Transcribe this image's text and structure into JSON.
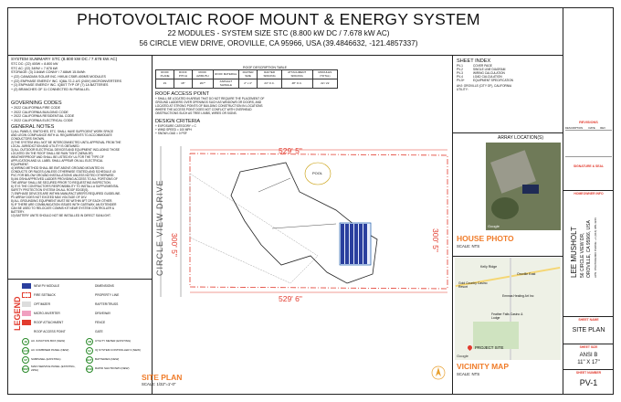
{
  "header": {
    "title": "PHOTOVOLTAIC ROOF MOUNT & ENERGY SYSTEM",
    "line2": "22 MODULES - SYSTEM SIZE STC (8.800 kW DC / 7.678 kW AC)",
    "line3": "56 CIRCLE VIEW DRIVE, OROVILLE, CA 95966, USA (39.4846632, -121.4857337)"
  },
  "system_summary": {
    "title": "SYSTEM SUMMARY STC (8.800 kW DC / 7.678 kW AC)",
    "lines": [
      "STC DC: (22) 400W = 8.800 kW",
      "STC AC: (22) 349W = 7.678 kW",
      "STORAGE: (3) 3.84kW CONNY / 7.68kW 15.0kWh",
      "+     (22) CANADIAN SOLAR INC. HIKU6 CS6R-400MS MODULES",
      "+     (22) ENPHASE ENERGY INC. IQ8A-72-2-US (240V) MICROINVERTERS",
      "+     (1) ENPHASE ENERGY INC. IQ8XT TYP OF (7) 1A BATTERIES",
      "+     (2) BRANCHES OF 11 CONNECTED IN PARALLEL"
    ]
  },
  "governing_codes": {
    "title": "GOVERNING CODES",
    "lines": [
      "+     2022 CALIFORNIA FIRE CODE",
      "+     2022 CALIFORNIA BUILDING CODE",
      "+     2022 CALIFORNIA RESIDENTIAL CODE",
      "+     2022 CALIFORNIA ELECTRICAL CODE"
    ]
  },
  "general_notes": {
    "title": "GENERAL NOTES",
    "lines": [
      "1)  ALL PANELS, SWITCHES, ETC. SHALL HAVE SUFFICIENT WORK SPACE",
      "     AND LEGIN COMPLIANCE WITH UL REQUIREMENTS TO ACCOMMODATE",
      "     CONDUCTORS SHOWN.",
      "2)  THE SYSTEM WILL NOT BE INTERCONNECTED UNTIL APPROVAL FROM THE",
      "     LOCAL JURISDICTION AND UTILITY IS OBTAINED.",
      "3)  ALL OUTDOOR ELECTRICAL DEVICES AND EQUIPMENT INCLUDING THOSE",
      "     LOCATED ON THE ROOF SHALL BE RAIN TIGHT (NEMA 3R)",
      "     WEATHERPROOF AND SHALL BE LISTED BY UL FOR THE TYPE OF",
      "     APPLICATION AND UL LABEL SHALL APPEAR ON ALL ELECTRICAL",
      "     EQUIPMENT.",
      "4)  WIRING METHOD SHALL BE EMT ABOVE GROUND MOUNTED IN",
      "     CONDUCTS OR RACES (UNLESS OTHERWISE STATED) AND SCHEDULE 40",
      "     PVC FOR BELOW GROUND INSTALLATIONS UNLESS NOTED OTHERWISE.",
      "5)  AN OSHA APPROVED LADDER PROVIDING ACCESS TO ALL PORTIONS OF",
      "     THE ARRAY SHALL BE SECURED PRIOR TO REQUESTING INSPECTION.",
      "6)  IT IS THE CONTRACTOR'S RESPONSIBILITY TO INSTALL A SUPPLEMENTAL",
      "     SAFETY PROTECTION SYSTEM ON ALL ROOF EDGE(S).",
      "7)  ENPHASE DEVICES ARE WITHIN MANUFACTURER'S REQUIRED GUIDELINE.",
      "     PV ARRAY DOES NOT EXCEED MAX VOLTAGE OF 1KV.",
      "8)  ALL GROUNDING EQUIPMENT MUST BE WITHIN 6FT OF EACH OTHER.",
      "9)  IF THERE ARE COMMUNICATION ISSUES WITH GATEWAY, AN EXTENDER",
      "     CAN BE USED TO RELOCATE COMMS KIT NEAR SYSTEM CONTROLLER &",
      "     BATTERY.",
      "10) BATTERY UNITS SHOULD NOT BE INSTALLED IN DIRECT SUNLIGHT."
    ]
  },
  "roof_table": {
    "title": "ROOF DESCRIPTION TABLE",
    "headers": [
      "ROOF PLANE",
      "ROOF PITCH",
      "ROOF AZIMUTH",
      "ROOF MATERIAL",
      "RAFTER SIZE",
      "RAFTER SPACING",
      "ATTACHMENT SPACING",
      "MODULES (TOTAL)"
    ],
    "row": [
      "#1",
      "18°",
      "207°",
      "ASPHALT SHINGLE",
      "2\" x 4\"",
      "24\" O.C.",
      "48\" O.C.",
      "22 / 22"
    ]
  },
  "roof_access": {
    "title": "ROOF ACCESS POINT",
    "lines": [
      "+   SHALL BE LOCATED IN AREAS THAT DO NOT REQUIRE THE PLACEMENT OF",
      "    GROUND LADDERS OVER OPENINGS SUCH AS WINDOWS OR DOORS, AND",
      "    LOCATED AT STRONG POINTS OF BUILDING CONSTRUCTION IN LOCATIONS",
      "    WHERE THE ACCESS POINT DOES NOT CONFLICT WITH OVERHEAD",
      "    OBSTRUCTIONS SUCH AS TREE LIMBS, WIRES OR SIGNS."
    ]
  },
  "design_criteria": {
    "title": "DESIGN CRITERIA",
    "lines": [
      "+   EXPOSURE CATEGORY = C",
      "+   WIND SPEED = 100 MPH",
      "+   SNOW LOAD = 0 PSF"
    ]
  },
  "sheet_index": {
    "title": "SHEET INDEX",
    "items": [
      {
        "code": "PV-1",
        "name": "COVER PAGE"
      },
      {
        "code": "PV-2",
        "name": "SINGLE LINE DIAGRAM"
      },
      {
        "code": "PV-3",
        "name": "WIRING CALCULATION"
      },
      {
        "code": "PV-4",
        "name": "LOAD CALCULATION"
      },
      {
        "code": "PV-5+",
        "name": "EQUIPMENT SPECIFICATION"
      }
    ],
    "ahj": "AHJ: OROVILLE (CITY OF), CALIFORNIA",
    "utility": "UTILITY:"
  },
  "site_plan": {
    "label": "SITE PLAN",
    "scale": "SCALE: 1/32\"=1'-0\"",
    "dim_top": "529' 5\"",
    "dim_bottom": "529' 6\"",
    "dim_left": "300' 5\"",
    "dim_right": "300' 5\"",
    "street": "CIRCLE VIEW DRIVE",
    "pool": "POOL"
  },
  "house_photo": {
    "label": "HOUSE PHOTO",
    "scale": "SCALE: NTS",
    "array_label": "ARRAY LOCATION(S)",
    "google": "Google"
  },
  "vicinity_map": {
    "label": "VICINITY MAP",
    "scale": "SCALE: NTS",
    "project_site": "PROJECT SITE",
    "places": [
      "Kelly Ridge",
      "Oroville East",
      "Gold Country Casino Resort",
      "Emmas Healing Art Inc",
      "Feather Falls Casino & Lodge"
    ],
    "google": "Google"
  },
  "legend": {
    "title": "LEGEND",
    "line_items": [
      "NEW PV MODULE",
      "FIRE SETBACK",
      "OPTIMIZER",
      "MICRO-INVERTER",
      "ROOF ATTACHMENT",
      "ROOF ACCESS POINT"
    ],
    "right_items": [
      "DIMENSIONS",
      "PROPERTY LINE",
      "RAFTER/TRUSS",
      "DRIVEWAY",
      "FENCE",
      "GATE"
    ],
    "symbols": [
      {
        "code": "JB",
        "name": "AC JUNCTION BOX (NEW)"
      },
      {
        "code": "UM",
        "name": "UTILITY METER (EXISTING)"
      },
      {
        "code": "ACD",
        "name": "AC COMBINER PANEL (NEW)"
      },
      {
        "code": "SC",
        "name": "IQ SYSTEM CONTROLLER 3 (NEW)"
      },
      {
        "code": "SP",
        "name": "SUBPANEL (EXISTING)"
      },
      {
        "code": "BAT",
        "name": "BATTERIES (NEW)"
      },
      {
        "code": "MSP",
        "name": "MAIN SERVICE PANEL (EXISTING, 225A)"
      },
      {
        "code": "RSD",
        "name": "RAPID SHUTDOWN (NEW)"
      }
    ]
  },
  "title_block": {
    "revisions": "REVISIONS",
    "rev_cols": [
      "DESCRIPTION",
      "DATE",
      "REV"
    ],
    "signature": "SIGNATURE & SEAL",
    "homeowner": "HOMEOWNER INFO",
    "owner_name": "LEE MUSHOLT",
    "owner_addr1": "56 CIRCLE VIEW DR,",
    "owner_addr2": "OROVILLE, CA 95966, USA",
    "owner_extra": "APN: 079370042000 PHONE: +1 (916) 985-4266",
    "sheet_name_label": "SHEET NAME",
    "sheet_name": "SITE PLAN",
    "sheet_size_label": "SHEET SIZE",
    "sheet_size1": "ANSI B",
    "sheet_size2": "11\" X 17\"",
    "sheet_number_label": "SHEET NUMBER",
    "sheet_number": "PV-1"
  },
  "colors": {
    "accent_red": "#e23b2e",
    "accent_orange": "#f07c2a",
    "accent_blue": "#1a5aa6"
  }
}
